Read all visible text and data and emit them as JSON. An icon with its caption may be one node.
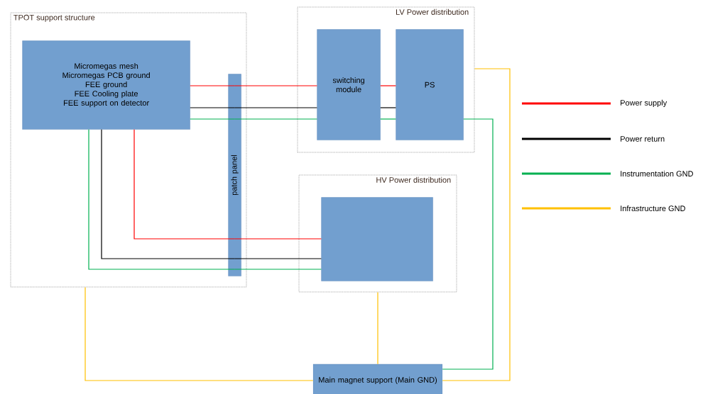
{
  "diagram": {
    "nodes": [
      {
        "text": [
          "TPOT support structure"
        ]
      },
      {
        "text": [
          "Micromegas mesh",
          "Micromegas PCB ground",
          "FEE ground",
          "FEE Cooling plate",
          "FEE support on detector"
        ],
        "in": 0
      },
      {
        "text": [
          "patch panel"
        ],
        "in": 0
      },
      {
        "text": [
          "LV Power distribution"
        ]
      },
      {
        "text": [
          "switching module"
        ],
        "in": 3
      },
      {
        "text": [
          "PS"
        ],
        "in": 3
      },
      {
        "text": [
          "HV Power distribution"
        ]
      },
      {
        "text": [],
        "shape": "box",
        "in": 6
      },
      {
        "text": [
          "Main magnet support (Main GND)"
        ]
      }
    ],
    "edges": [
      {
        "from": 1,
        "to": 2,
        "arrow": "none",
        "color": "#ff0000"
      },
      {
        "from": 2,
        "to": 4,
        "arrow": "none",
        "color": "#ff0000"
      },
      {
        "from": 4,
        "to": 5,
        "arrow": "none",
        "color": "#ff0000"
      },
      {
        "from": 1,
        "to": 2,
        "arrow": "none",
        "color": "#000000"
      },
      {
        "from": 2,
        "to": 4,
        "arrow": "none",
        "color": "#000000"
      },
      {
        "from": 4,
        "to": 5,
        "arrow": "none",
        "color": "#000000"
      },
      {
        "from": 1,
        "to": 2,
        "arrow": "none",
        "color": "#00b050"
      },
      {
        "from": 2,
        "to": 4,
        "arrow": "none",
        "color": "#00b050"
      },
      {
        "from": 4,
        "to": 5,
        "arrow": "none",
        "color": "#00b050"
      },
      {
        "from": 5,
        "to": 8,
        "arrow": "none",
        "color": "#00b050"
      },
      {
        "from": 1,
        "to": 2,
        "arrow": "none",
        "color": "#ff0000"
      },
      {
        "from": 2,
        "to": 7,
        "arrow": "none",
        "color": "#ff0000"
      },
      {
        "from": 1,
        "to": 2,
        "arrow": "none",
        "color": "#000000"
      },
      {
        "from": 2,
        "to": 7,
        "arrow": "none",
        "color": "#000000"
      },
      {
        "from": 1,
        "to": 2,
        "arrow": "none",
        "color": "#00b050"
      },
      {
        "from": 2,
        "to": 7,
        "arrow": "none",
        "color": "#00b050"
      },
      {
        "from": 0,
        "to": 8,
        "arrow": "none",
        "color": "#ffc000"
      },
      {
        "from": 6,
        "to": 8,
        "arrow": "none",
        "color": "#ffc000"
      },
      {
        "from": 3,
        "to": 8,
        "arrow": "none",
        "color": "#ffc000"
      }
    ],
    "legend": [
      {
        "text": "Power supply",
        "color": "#ff0000"
      },
      {
        "text": "Power return",
        "color": "#000000"
      },
      {
        "text": "Instrumentation GND",
        "color": "#00b050"
      },
      {
        "text": "Infrastructure GND",
        "color": "#ffc000"
      }
    ]
  }
}
